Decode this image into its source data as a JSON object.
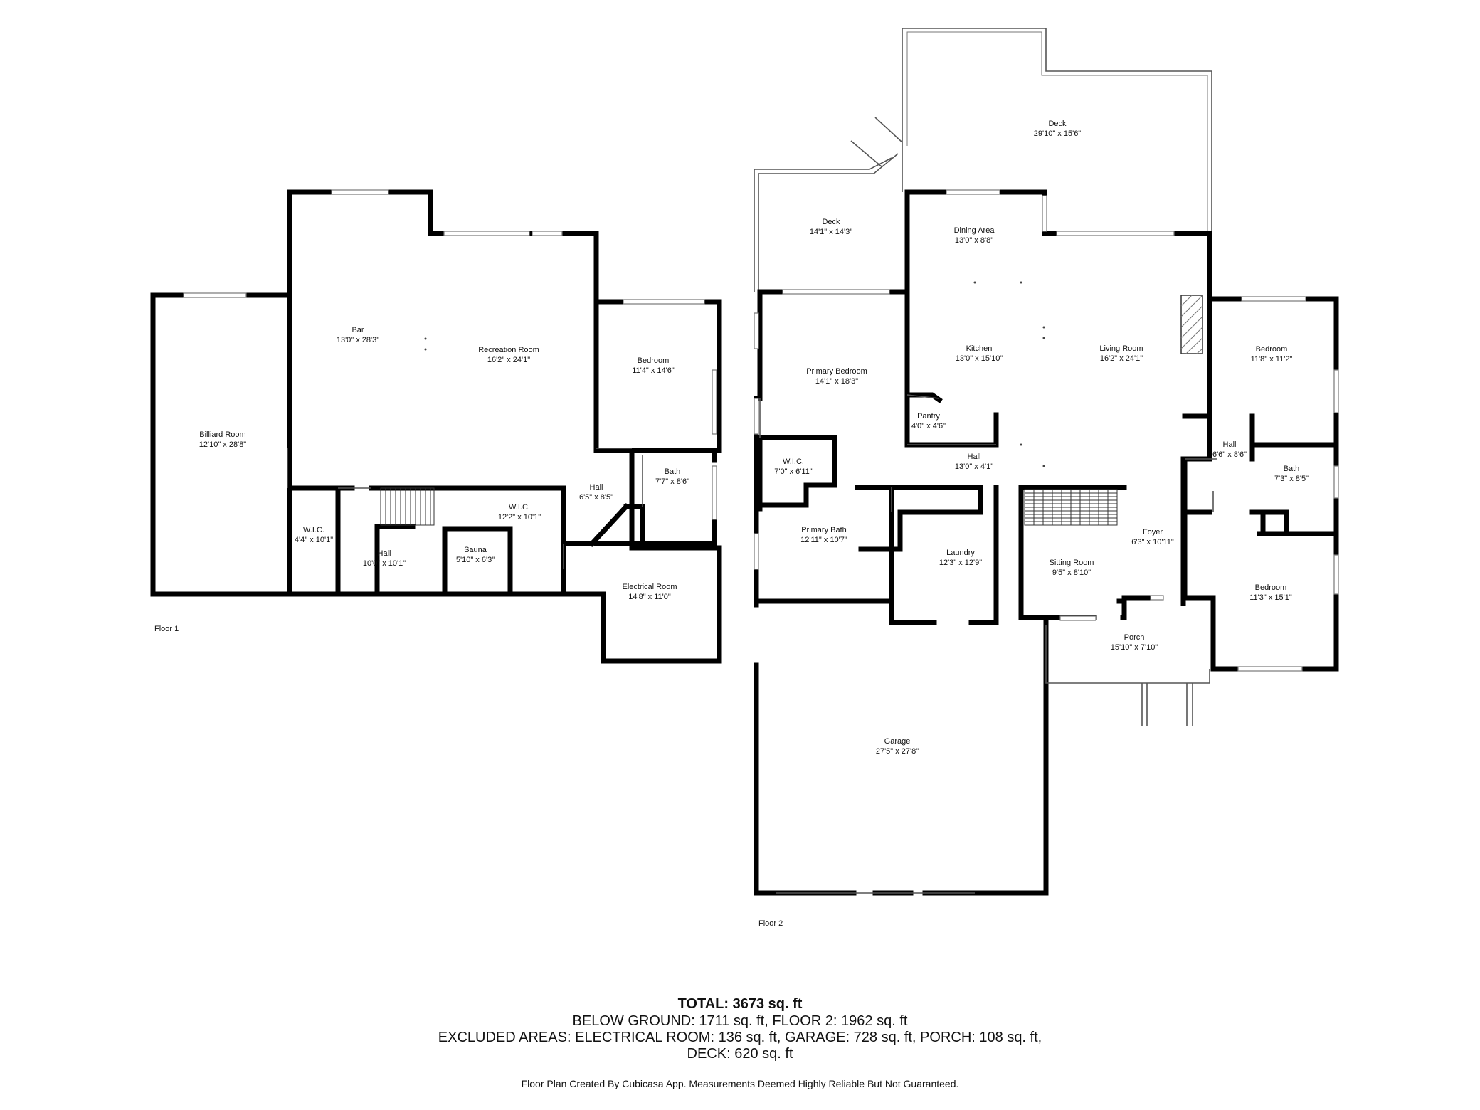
{
  "floors": [
    {
      "label": "Floor 1",
      "rooms": [
        {
          "name": "Bar",
          "dims": "13'0\" x 28'3\""
        },
        {
          "name": "Recreation Room",
          "dims": "16'2\" x 24'1\""
        },
        {
          "name": "Bedroom",
          "dims": "11'4\" x 14'6\""
        },
        {
          "name": "Billiard Room",
          "dims": "12'10\" x 28'8\""
        },
        {
          "name": "W.I.C.",
          "dims": "12'2\" x 10'1\""
        },
        {
          "name": "Hall",
          "dims": "6'5\" x 8'5\""
        },
        {
          "name": "Bath",
          "dims": "7'7\" x 8'6\""
        },
        {
          "name": "W.I.C.",
          "dims": "4'4\" x 10'1\""
        },
        {
          "name": "Hall",
          "dims": "10'0\" x 10'1\""
        },
        {
          "name": "Sauna",
          "dims": "5'10\" x 6'3\""
        },
        {
          "name": "Electrical Room",
          "dims": "14'8\" x 11'0\""
        }
      ]
    },
    {
      "label": "Floor 2",
      "rooms": [
        {
          "name": "Deck",
          "dims": "29'10\" x 15'6\""
        },
        {
          "name": "Deck",
          "dims": "14'1\" x 14'3\""
        },
        {
          "name": "Dining Area",
          "dims": "13'0\" x 8'8\""
        },
        {
          "name": "Kitchen",
          "dims": "13'0\" x 15'10\""
        },
        {
          "name": "Living Room",
          "dims": "16'2\" x 24'1\""
        },
        {
          "name": "Bedroom",
          "dims": "11'8\" x 11'2\""
        },
        {
          "name": "Primary Bedroom",
          "dims": "14'1\" x 18'3\""
        },
        {
          "name": "Pantry",
          "dims": "4'0\" x 4'6\""
        },
        {
          "name": "Hall",
          "dims": "13'0\" x 4'1\""
        },
        {
          "name": "Hall",
          "dims": "6'6\" x 8'6\""
        },
        {
          "name": "Bath",
          "dims": "7'3\" x 8'5\""
        },
        {
          "name": "W.I.C.",
          "dims": "7'0\" x 6'11\""
        },
        {
          "name": "Primary Bath",
          "dims": "12'11\" x 10'7\""
        },
        {
          "name": "Laundry",
          "dims": "12'3\" x 12'9\""
        },
        {
          "name": "Sitting Room",
          "dims": "9'5\" x 8'10\""
        },
        {
          "name": "Foyer",
          "dims": "6'3\" x 10'11\""
        },
        {
          "name": "Bedroom",
          "dims": "11'3\" x 15'1\""
        },
        {
          "name": "Porch",
          "dims": "15'10\" x 7'10\""
        },
        {
          "name": "Garage",
          "dims": "27'5\" x 27'8\""
        }
      ]
    }
  ],
  "summary": {
    "total": "TOTAL: 3673 sq. ft",
    "line1": "BELOW GROUND: 1711 sq. ft, FLOOR 2: 1962 sq. ft",
    "line2": "EXCLUDED AREAS: ELECTRICAL ROOM: 136 sq. ft, GARAGE: 728 sq. ft, PORCH: 108 sq. ft,",
    "line3": "DECK: 620 sq. ft"
  },
  "disclaimer": "Floor Plan Created By Cubicasa App. Measurements Deemed Highly Reliable But Not Guaranteed."
}
